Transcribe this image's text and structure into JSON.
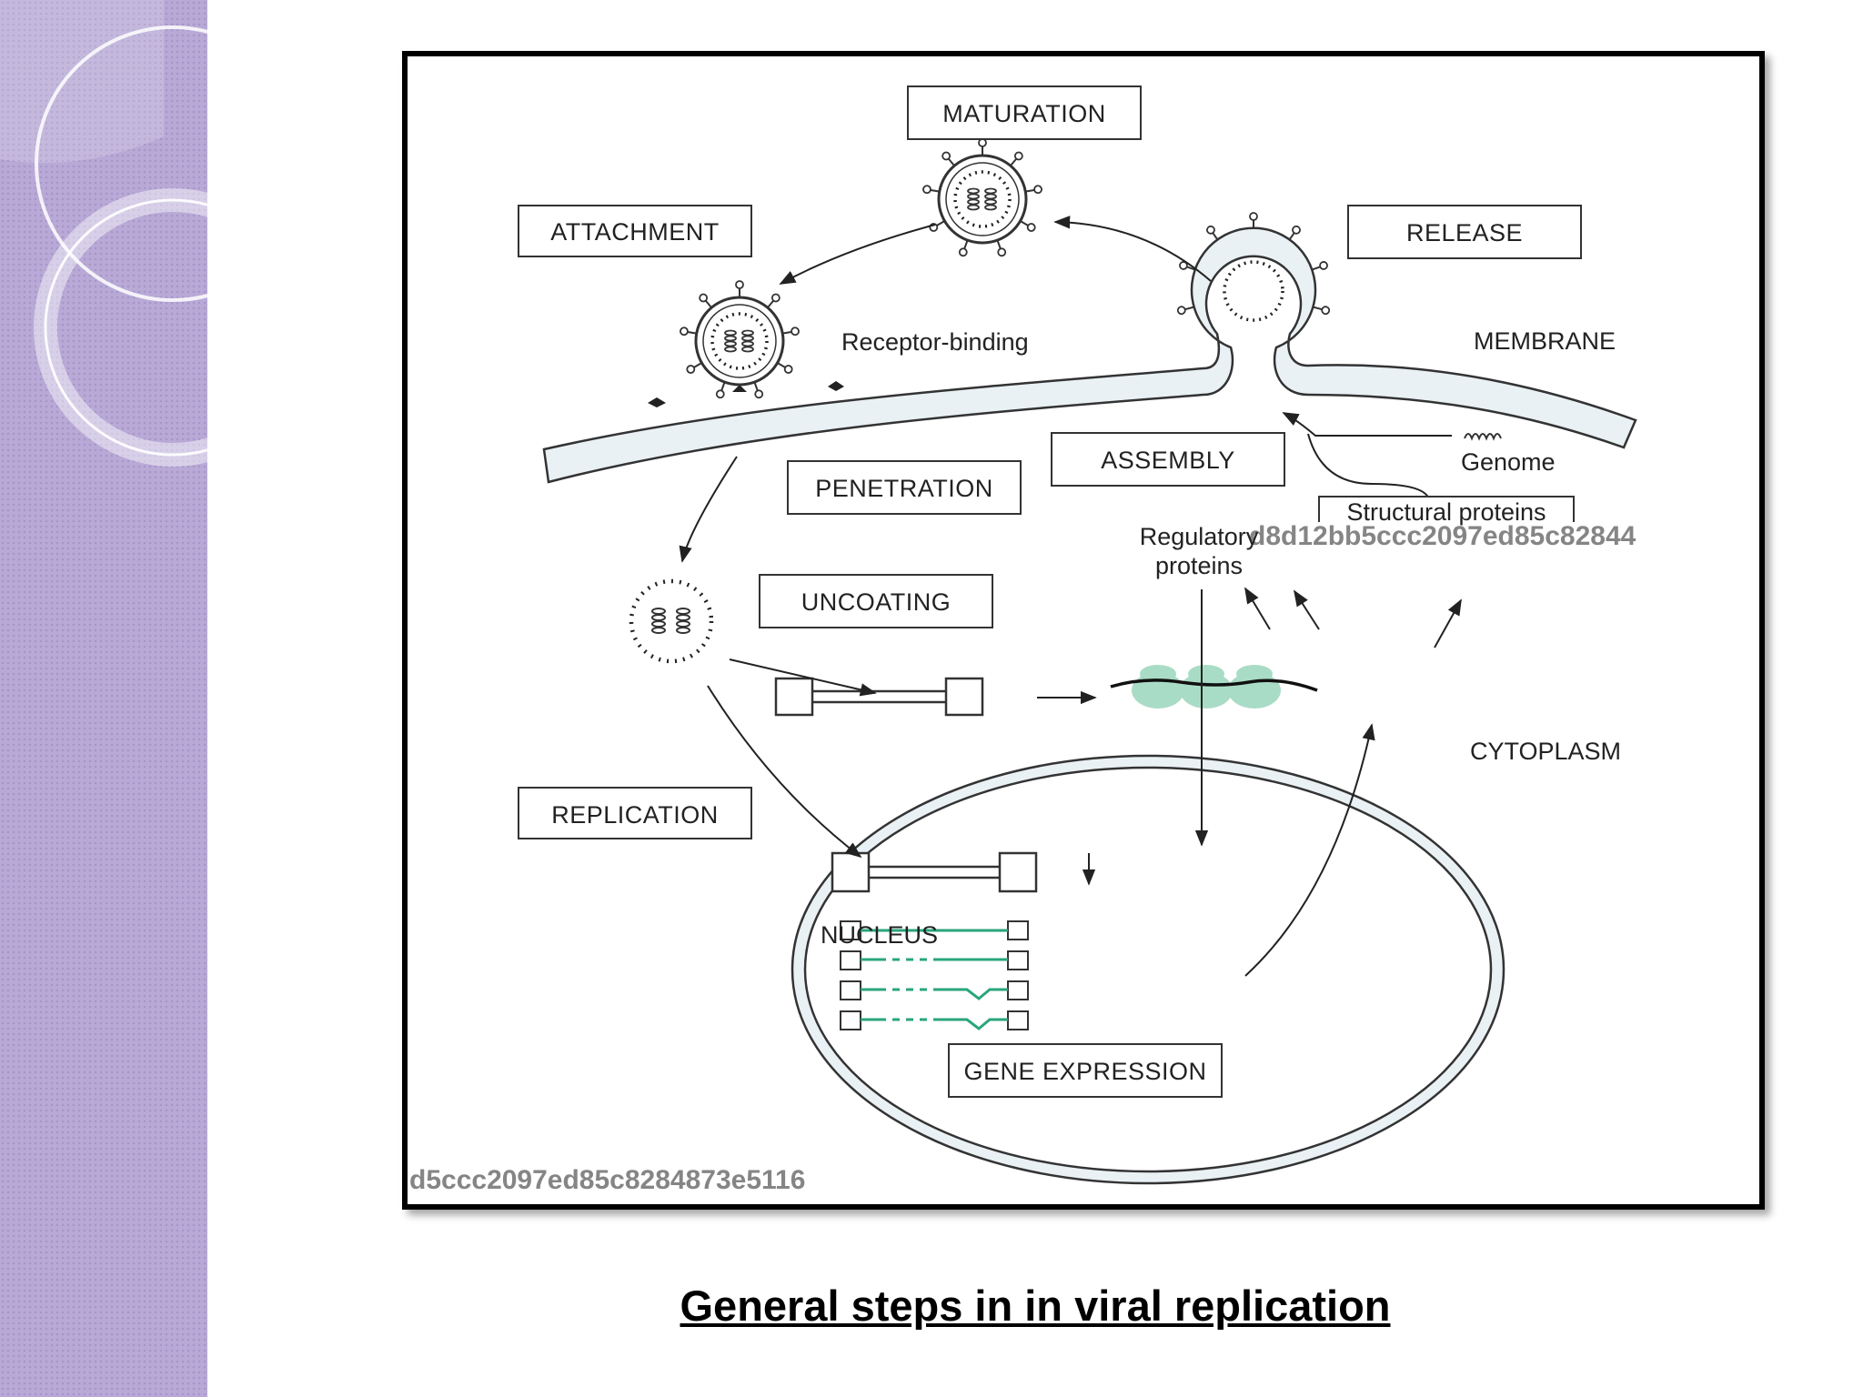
{
  "slide": {
    "caption": "General steps in in viral replication",
    "accent_color": "#b8a9d6"
  },
  "diagram": {
    "stages": {
      "maturation": "MATURATION",
      "attachment": "ATTACHMENT",
      "release": "RELEASE",
      "assembly": "ASSEMBLY",
      "penetration": "PENETRATION",
      "uncoating": "UNCOATING",
      "replication": "REPLICATION",
      "gene_expression": "GENE EXPRESSION"
    },
    "labels": {
      "receptor_binding": "Receptor-binding",
      "membrane": "MEMBRANE",
      "genome": "Genome",
      "structural_proteins": "Structural proteins",
      "regulatory_proteins_line1": "Regulatory",
      "regulatory_proteins_line2": "proteins",
      "cytoplasm": "CYTOPLASM",
      "nucleus": "NUCLEUS"
    },
    "watermarks": {
      "middle": "d8d12bb5ccc2097ed85c82844",
      "bottom": "d5ccc2097ed85c8284873e5116"
    },
    "colors": {
      "mrna_green": "#2aa57d",
      "ribosome_green": "#a9dcc6",
      "membrane_fill": "#eaf1f5",
      "stroke": "#333333"
    }
  }
}
